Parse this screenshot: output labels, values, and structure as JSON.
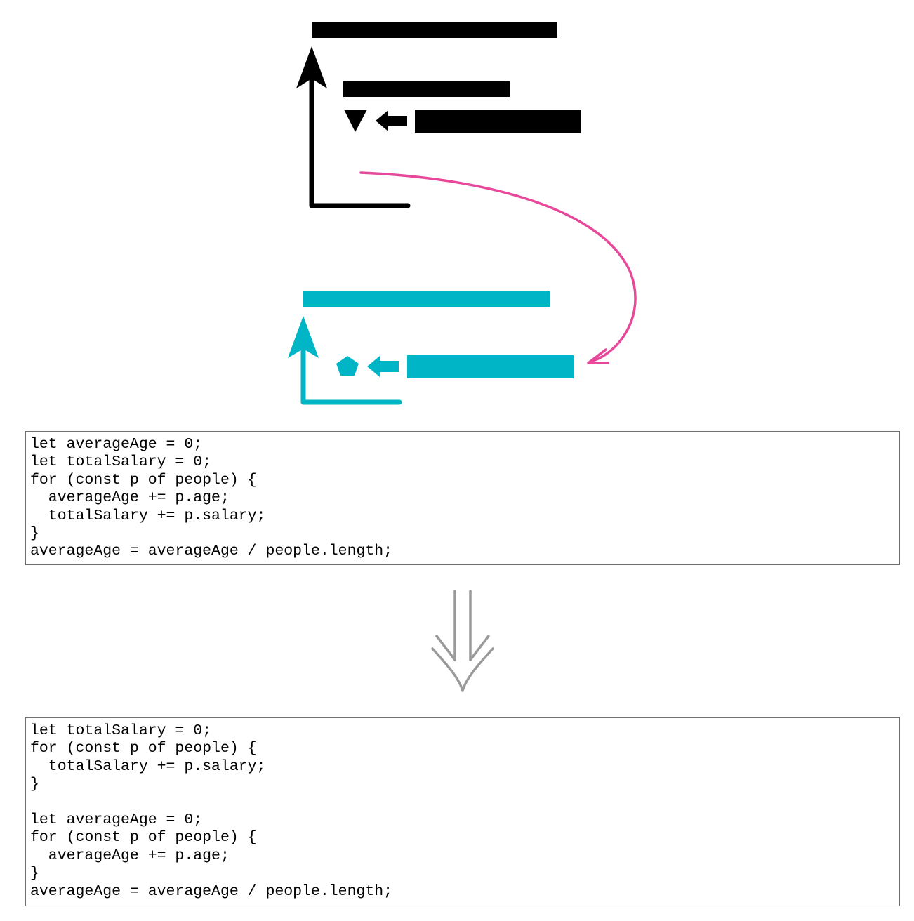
{
  "colors": {
    "before_shapes": "#000000",
    "after_shapes": "#00b5c5",
    "move_arrow": "#e8489a",
    "transform_arrow": "#9a9a9a",
    "code_border": "#6e6e6e"
  },
  "icons": {
    "before_marker": "down-triangle-icon",
    "after_marker": "pentagon-icon",
    "move_arrow": "curved-arrow-icon",
    "transform_arrow": "double-down-arrow-icon"
  },
  "code_before": {
    "lines": [
      "let averageAge = 0;",
      "let totalSalary = 0;",
      "for (const p of people) {",
      "  averageAge += p.age;",
      "  totalSalary += p.salary;",
      "}",
      "averageAge = averageAge / people.length;"
    ]
  },
  "code_after": {
    "lines": [
      "let totalSalary = 0;",
      "for (const p of people) {",
      "  totalSalary += p.salary;",
      "}",
      "",
      "let averageAge = 0;",
      "for (const p of people) {",
      "  averageAge += p.age;",
      "}",
      "averageAge = averageAge / people.length;"
    ]
  }
}
